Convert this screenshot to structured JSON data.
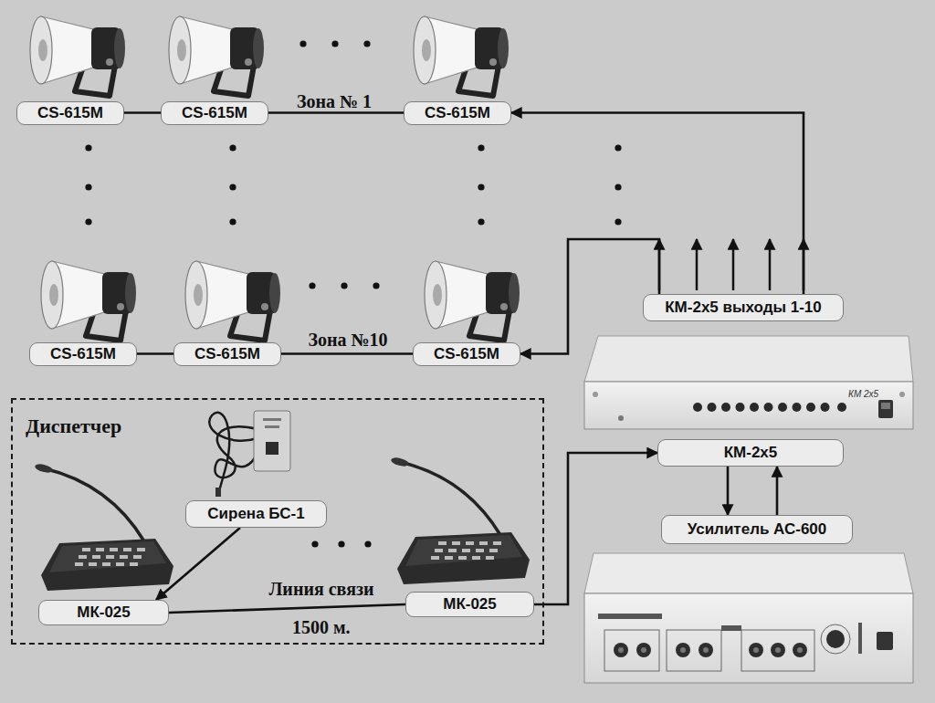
{
  "diagram": {
    "nodes": [
      {
        "text": [
          "CS-615M"
        ]
      },
      {
        "text": [
          "CS-615M"
        ]
      },
      {
        "text": [
          "CS-615M"
        ]
      },
      {
        "text": [
          "CS-615M"
        ]
      },
      {
        "text": [
          "CS-615M"
        ]
      },
      {
        "text": [
          "CS-615M"
        ]
      },
      {
        "text": [
          "КМ-2х5 выходы 1-10"
        ]
      },
      {
        "text": [
          "КМ-2х5"
        ]
      },
      {
        "text": [
          "Усилитель АС-600"
        ]
      },
      {
        "text": [
          "Диспетчер"
        ]
      },
      {
        "text": [
          "Сирена БС-1"
        ],
        "in": 9
      },
      {
        "text": [
          "МК-025"
        ],
        "in": 9
      },
      {
        "text": [
          "МК-025"
        ],
        "in": 9
      }
    ],
    "edges": [
      {
        "from": 0,
        "to": 1,
        "arrow": "none"
      },
      {
        "from": 1,
        "to": 2,
        "arrow": "none",
        "label": "Зона  № 1"
      },
      {
        "from": 3,
        "to": 4,
        "arrow": "none"
      },
      {
        "from": 4,
        "to": 5,
        "arrow": "none",
        "label": "Зона  №10"
      },
      {
        "from": 6,
        "to": 2,
        "arrow": "to"
      },
      {
        "from": 6,
        "to": 5,
        "arrow": "to"
      },
      {
        "from": 12,
        "to": 7,
        "arrow": "to"
      },
      {
        "from": 7,
        "to": 8,
        "arrow": "to"
      },
      {
        "from": 8,
        "to": 7,
        "arrow": "to"
      },
      {
        "from": 10,
        "to": 11,
        "arrow": "to"
      },
      {
        "from": 11,
        "to": 12,
        "arrow": "none",
        "label": "Линия связи"
      }
    ],
    "labels": [
      "1500 м.",
      "КМ 2х5"
    ]
  }
}
